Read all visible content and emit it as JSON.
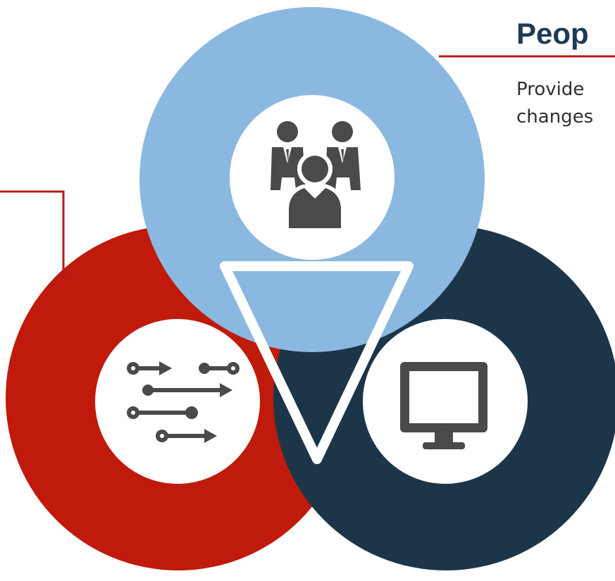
{
  "people": {
    "title": "Peop",
    "description_lines": [
      "Provide",
      "changes"
    ]
  },
  "colors": {
    "people_circle": "#8bb8e0",
    "process_circle": "#bf1a0b",
    "technology_circle": "#1d3549",
    "connector_line": "#b31b1b",
    "icon": "#4a4a4a",
    "title_text": "#1e3a55"
  },
  "icons": {
    "people": "team-people-icon",
    "process": "process-arrows-icon",
    "technology": "monitor-icon"
  }
}
